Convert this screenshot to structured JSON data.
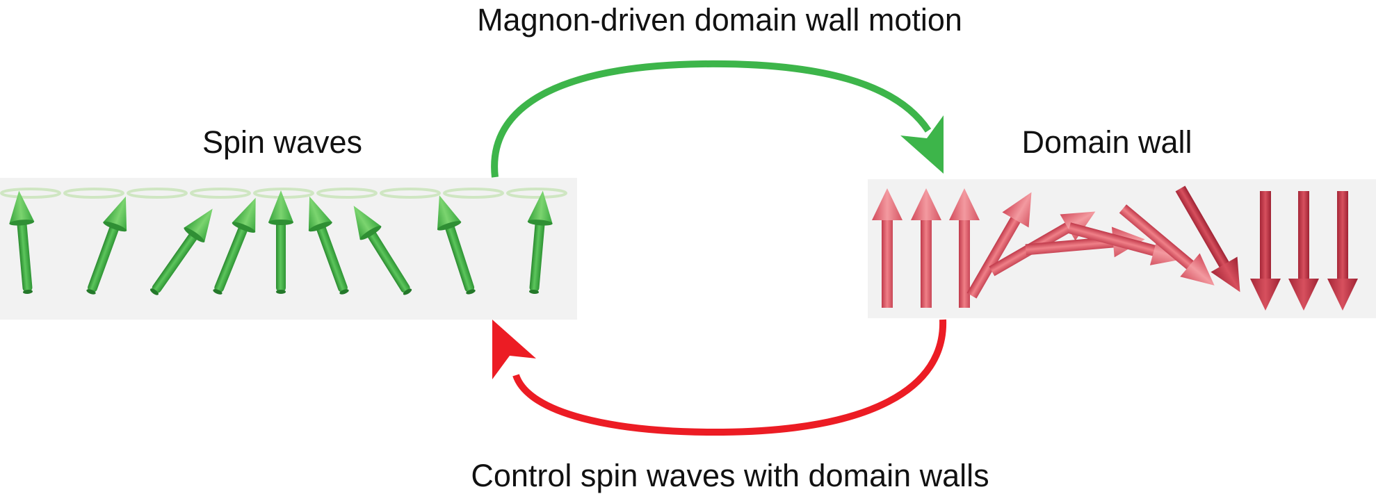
{
  "labels": {
    "top": "Magnon-driven domain wall motion",
    "bottom": "Control spin waves with domain walls",
    "spin_waves": "Spin waves",
    "domain_wall": "Domain wall"
  },
  "colors": {
    "green_arrow": "#3db54a",
    "red_arrow": "#ec1c24",
    "panel_bg": "#f2f2f2",
    "spin_green": "#45b845",
    "spin_green_dark": "#2a8a2f",
    "spin_ring": "#d6eccd",
    "wall_red": "#e2606a",
    "wall_red_dark": "#b0283a"
  },
  "spin_waves": {
    "count": 9,
    "tilts_deg": [
      -5,
      20,
      35,
      22,
      0,
      -20,
      -32,
      -18,
      5
    ]
  },
  "domain_wall": {
    "spin_angles_deg": [
      0,
      0,
      0,
      30,
      60,
      85,
      105,
      130,
      150,
      180,
      180,
      180
    ]
  }
}
